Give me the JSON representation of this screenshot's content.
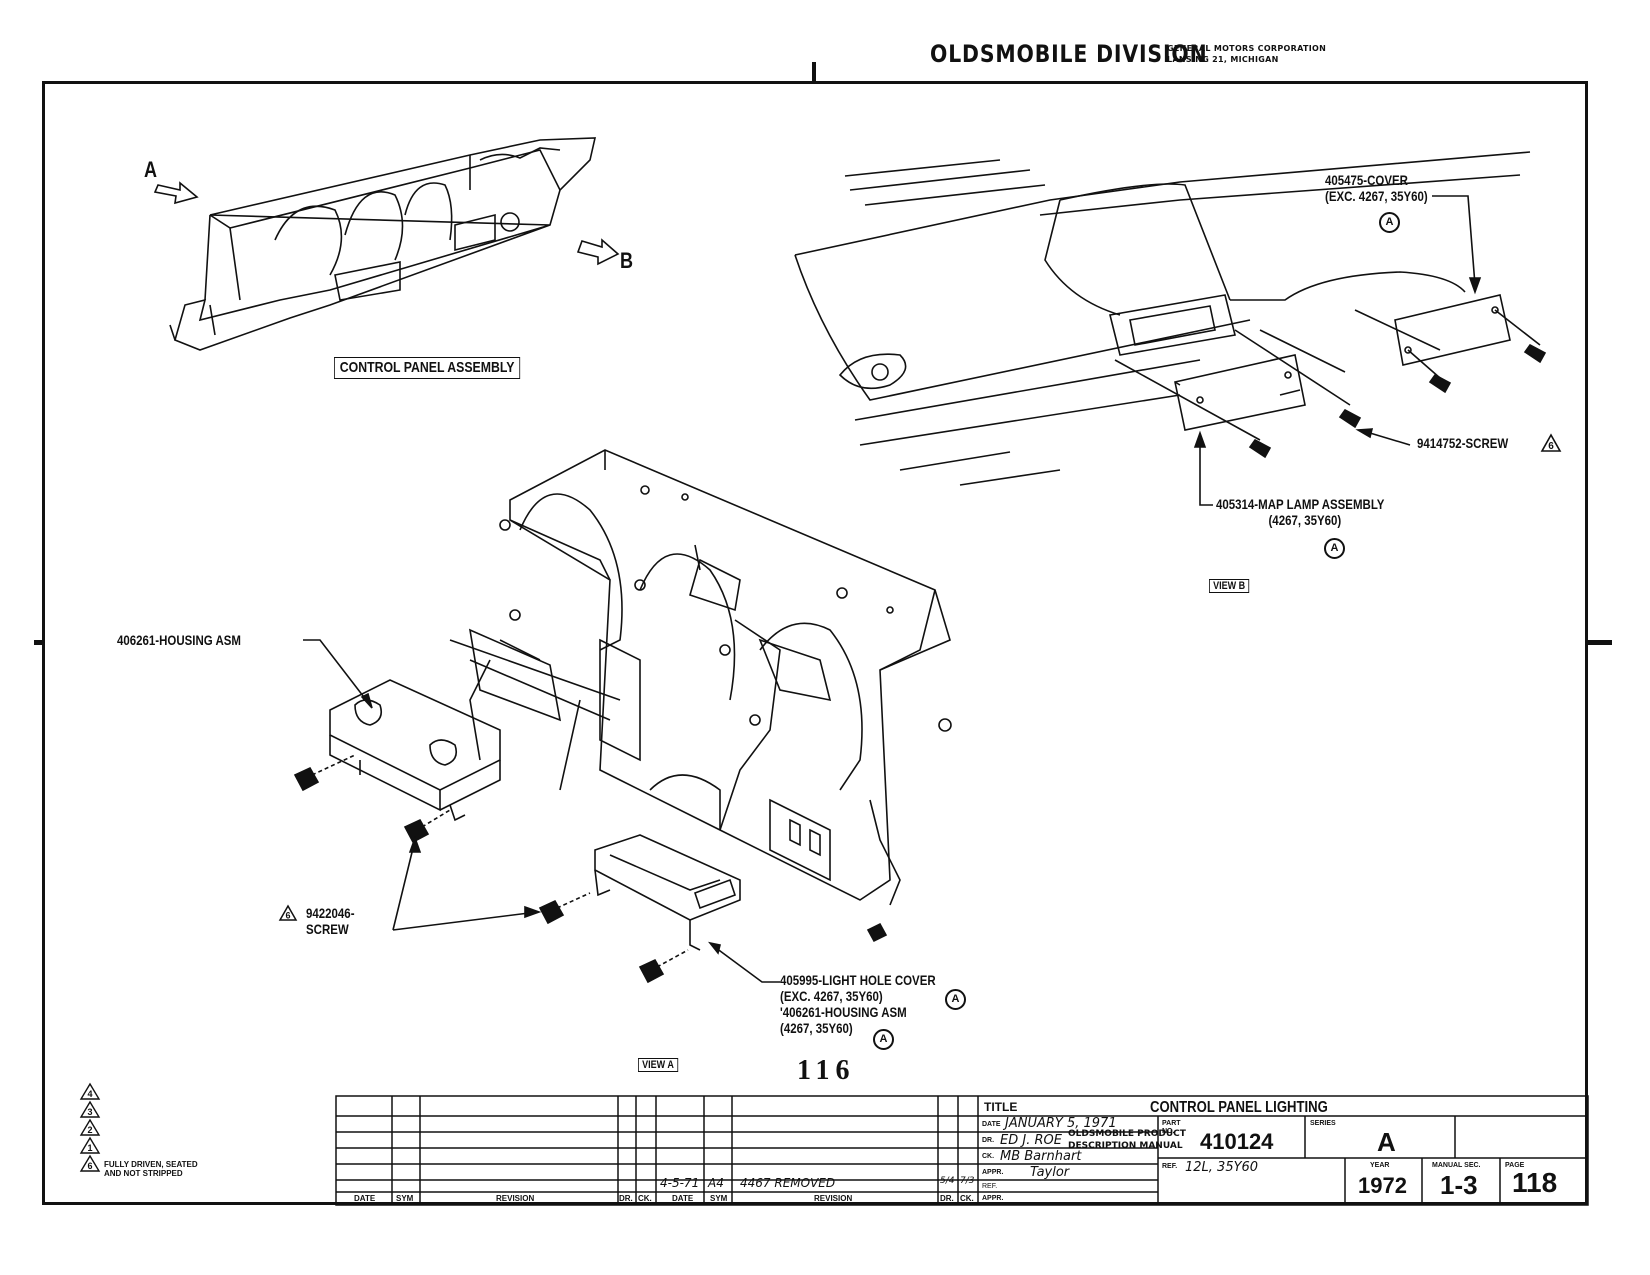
{
  "header": {
    "division": "OLDSMOBILE DIVISION",
    "corp_line1": "GENERAL MOTORS CORPORATION",
    "corp_line2": "LANSING 21, MICHIGAN"
  },
  "labels": {
    "assembly_box": "CONTROL PANEL ASSEMBLY",
    "arrow_a": "A",
    "arrow_b": "B",
    "cover_line1": "405475-COVER",
    "cover_line2": "(EXC. 4267, 35Y60)",
    "cover_ref": "A",
    "screw_right": "9414752-SCREW",
    "screw_right_ref": "6",
    "map_lamp_line1": "405314-MAP LAMP ASSEMBLY",
    "map_lamp_line2": "(4267, 35Y60)",
    "map_lamp_ref": "A",
    "view_b": "VIEW B",
    "housing_asm": "406261-HOUSING ASM",
    "screw_left_num": "6",
    "screw_left_line1": "9422046-",
    "screw_left_line2": "SCREW",
    "lhc_line1": "405995-LIGHT HOLE COVER",
    "lhc_line2": "(EXC. 4267, 35Y60)",
    "lhc_ref1": "A",
    "lhc_line3": "'406261-HOUSING ASM",
    "lhc_line4": "(4267, 35Y60)",
    "lhc_ref2": "A",
    "view_a": "VIEW A",
    "page_stamp": "116"
  },
  "legend": {
    "marks": [
      "4",
      "3",
      "2",
      "1",
      "6"
    ],
    "note_line1": "FULLY DRIVEN, SEATED",
    "note_line2": "AND NOT STRIPPED"
  },
  "revision_table": {
    "left_headers": [
      "DATE",
      "SYM",
      "REVISION",
      "DR.",
      "CK."
    ],
    "right_headers": [
      "DATE",
      "SYM",
      "REVISION",
      "DR.",
      "CK."
    ],
    "entry": {
      "date": "4-5-71",
      "sym": "A4",
      "revision": "4467 REMOVED",
      "dr": "5/4",
      "ck": "7/3"
    }
  },
  "title_block": {
    "title_label": "TITLE",
    "title": "CONTROL PANEL LIGHTING",
    "date_label": "DATE",
    "date": "JANUARY 5, 1971",
    "dr_label": "DR.",
    "dr": "ED J. ROE",
    "ck_label": "CK.",
    "ck": "MB Barnhart",
    "appr_label": "APPR.",
    "appr": "Taylor",
    "appr2_label": "APPR.",
    "manual_line1": "OLDSMOBILE PRODUCT",
    "manual_line2": "DESCRIPTION MANUAL",
    "part_label": "PART NO.",
    "part_no": "410124",
    "series_label": "SERIES",
    "series": "A",
    "ref_label": "REF.",
    "ref": "12L, 35Y60",
    "year_label": "YEAR",
    "year": "1972",
    "manual_sec_label": "MANUAL SEC.",
    "manual_sec": "1-3",
    "page_label": "PAGE",
    "page": "118"
  }
}
